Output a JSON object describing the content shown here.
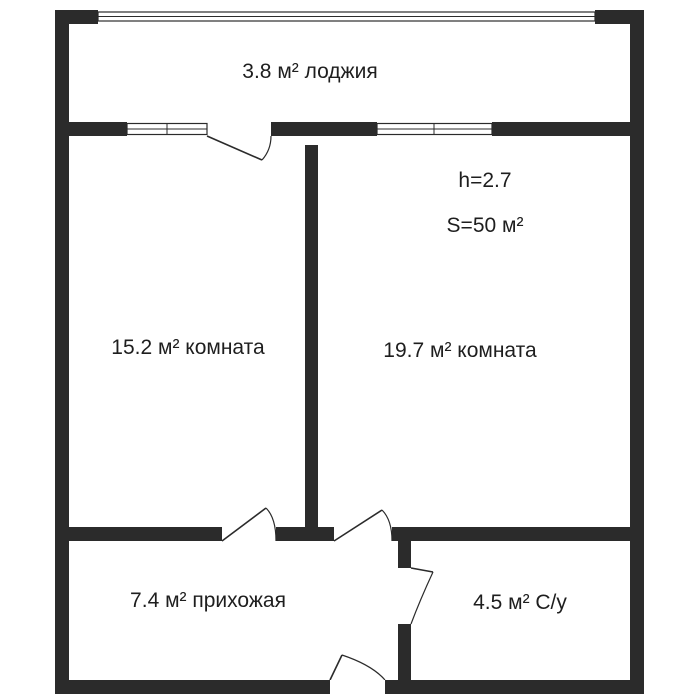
{
  "plan": {
    "height_label": "h=2.7",
    "total_area_label": "S=50 м²",
    "rooms": [
      {
        "id": "loggia",
        "label": "3.8 м² лоджия"
      },
      {
        "id": "room-left",
        "label": "15.2 м² комната"
      },
      {
        "id": "room-right",
        "label": "19.7 м² комната"
      },
      {
        "id": "hallway",
        "label": "7.4 м² прихожая"
      },
      {
        "id": "bathroom",
        "label": "4.5 м² С/у"
      }
    ]
  },
  "colors": {
    "wall": "#2b2b2b",
    "background": "#ffffff",
    "text": "#1e1e1e"
  }
}
